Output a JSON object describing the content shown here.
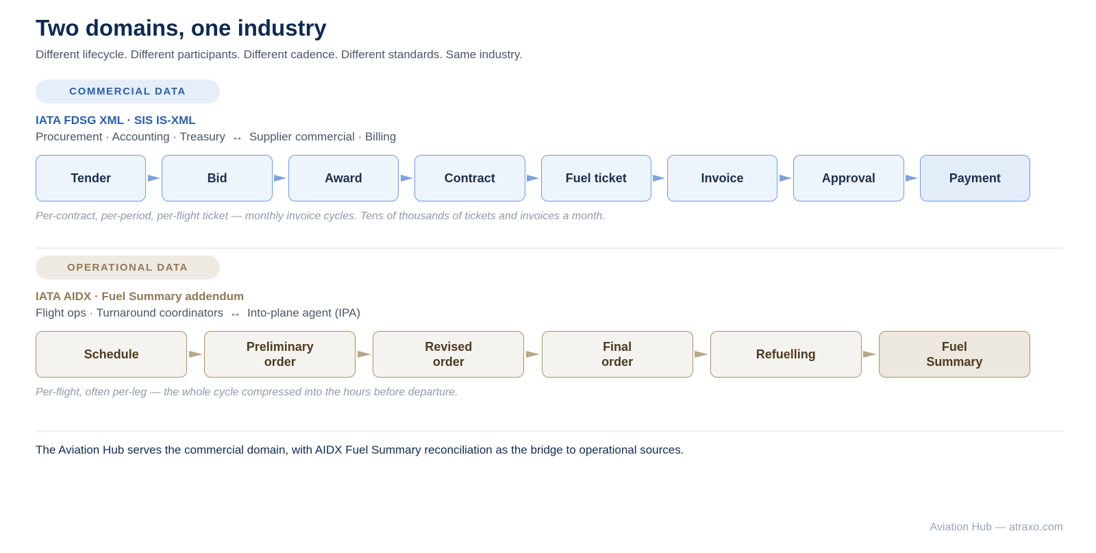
{
  "header": {
    "title": "Two domains, one industry",
    "subtitle": "Different lifecycle. Different participants. Different cadence. Different standards. Same industry."
  },
  "commercial": {
    "pill": "COMMERCIAL DATA",
    "standard": "IATA FDSG XML · SIS IS-XML",
    "participants_left": "Procurement · Accounting · Treasury",
    "arrow": "↔",
    "participants_right": "Supplier commercial · Billing",
    "steps": [
      "Tender",
      "Bid",
      "Award",
      "Contract",
      "Fuel ticket",
      "Invoice",
      "Approval",
      "Payment"
    ],
    "note": "Per-contract, per-period, per-flight ticket — monthly invoice cycles. Tens of thousands of tickets and invoices a month."
  },
  "operational": {
    "pill": "OPERATIONAL DATA",
    "standard": "IATA AIDX · Fuel Summary addendum",
    "participants_left": "Flight ops · Turnaround coordinators",
    "arrow": "↔",
    "participants_right": "Into-plane agent (IPA)",
    "steps": [
      "Schedule",
      "Preliminary\norder",
      "Revised\norder",
      "Final\norder",
      "Refuelling",
      "Fuel\nSummary"
    ],
    "note": "Per-flight, often per-leg — the whole cycle compressed into the hours before departure."
  },
  "conclusion": "The Aviation Hub serves the commercial domain, with AIDX Fuel Summary reconciliation as the bridge to operational sources.",
  "footer": "Aviation Hub — atraxo.com",
  "colors": {
    "title": "#0f2a4f",
    "commercial_accent": "#2e5ea3",
    "commercial_border": "#6d9ae0",
    "operational_accent": "#8f7a55",
    "operational_border": "#a89068"
  }
}
